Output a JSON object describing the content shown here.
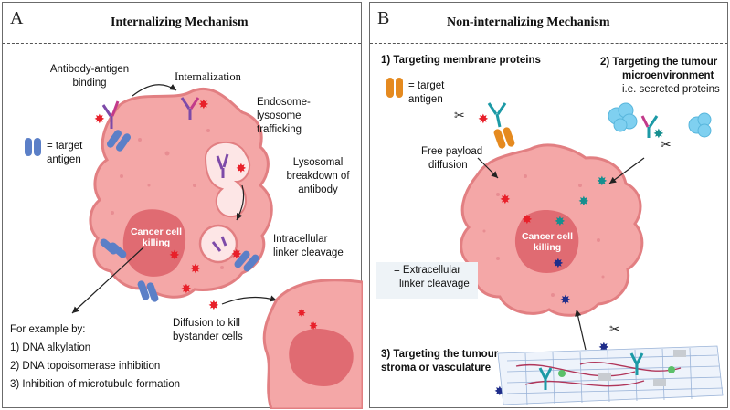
{
  "panel_a": {
    "letter": "A",
    "title": "Internalizing Mechanism",
    "binding_label_1": "Antibody-antigen",
    "binding_label_2": "binding",
    "internalization": "Internalization",
    "endosome_1": "Endosome-",
    "endosome_2": "lysosome",
    "endosome_3": "trafficking",
    "lysosomal_1": "Lysosomal",
    "lysosomal_2": "breakdown of",
    "lysosomal_3": "antibody",
    "target_1": "= target",
    "target_2": "antigen",
    "intracellular_1": "Intracellular",
    "intracellular_2": "linker cleavage",
    "cancer_killing_1": "Cancer cell",
    "cancer_killing_2": "killing",
    "example_heading": "For example by:",
    "examples": [
      "1) DNA alkylation",
      "2) DNA topoisomerase inhibition",
      "3) Inhibition of microtubule formation"
    ],
    "diffusion_1": "Diffusion to kill",
    "diffusion_2": "bystander cells"
  },
  "panel_b": {
    "letter": "B",
    "title": "Non-internalizing Mechanism",
    "heading_1": "1) Targeting membrane proteins",
    "heading_2a": "2) Targeting the tumour",
    "heading_2b": "microenvironment",
    "heading_2c": "i.e. secreted proteins",
    "target_1": "= target",
    "target_2": "antigen",
    "free_payload_1": "Free payload",
    "free_payload_2": "diffusion",
    "cancer_killing_1": "Cancer cell",
    "cancer_killing_2": "killing",
    "extracellular_1": "= Extracellular",
    "extracellular_2": "linker cleavage",
    "heading_3a": "3) Targeting the tumour",
    "heading_3b": "stroma or vasculature"
  },
  "colors": {
    "cell_fill": "#f4a7a7",
    "cell_edge": "#e27f82",
    "nucleus": "#e06b72",
    "payload_red": "#e8202a",
    "payload_teal": "#168f8f",
    "payload_navy": "#1f2d8a",
    "antigen_blue": "#5b7fc7",
    "antigen_orange": "#e58a1f",
    "antibody_purple": "#7d4aa8",
    "antibody_teal": "#1c9aa6",
    "secreted_protein": "#7fd0f0"
  }
}
